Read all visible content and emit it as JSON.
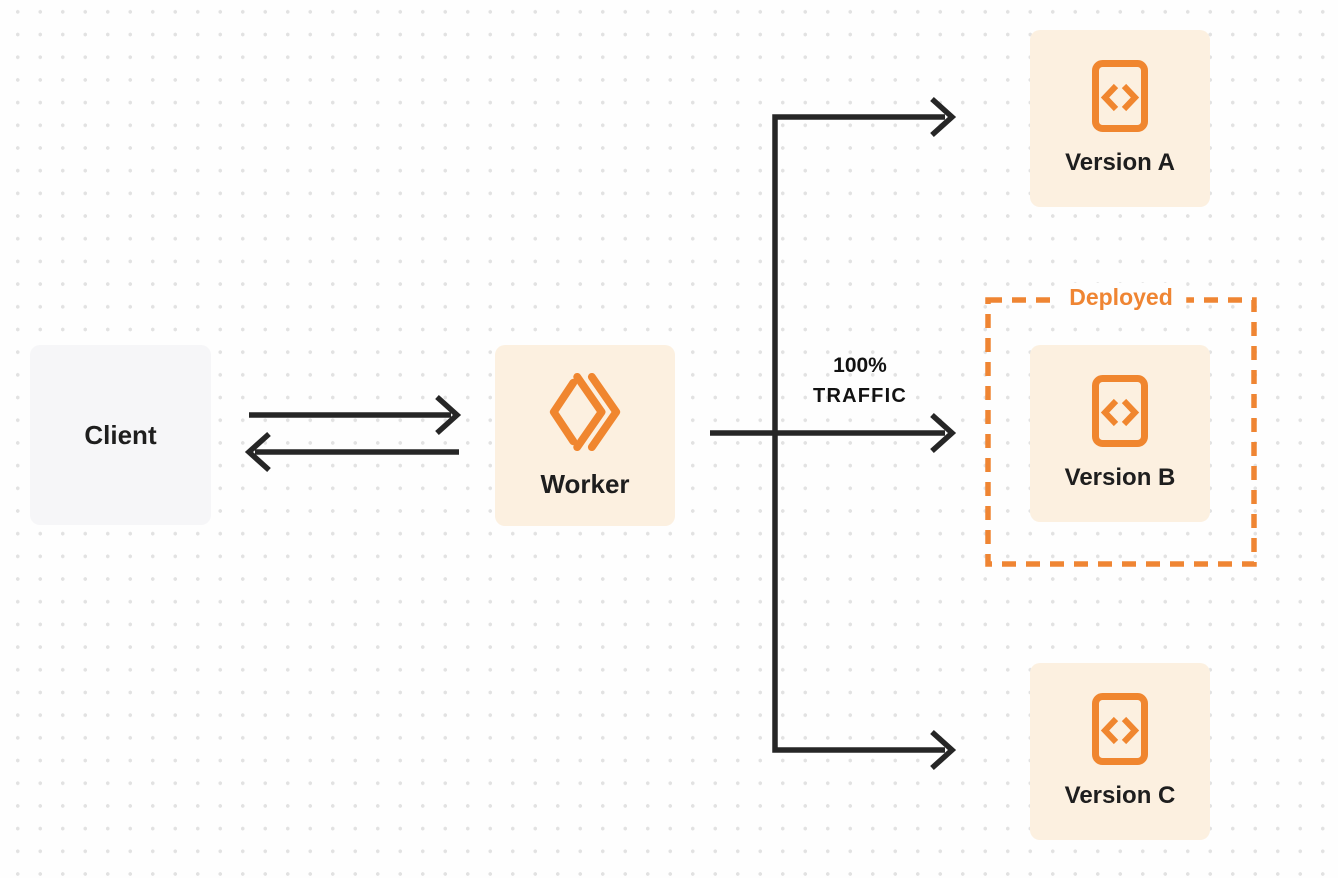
{
  "diagram": {
    "nodes": {
      "client": {
        "label": "Client"
      },
      "worker": {
        "label": "Worker"
      },
      "version_a": {
        "label": "Version A"
      },
      "version_b": {
        "label": "Version B"
      },
      "version_c": {
        "label": "Version C"
      }
    },
    "groups": {
      "deployed": {
        "label": "Deployed",
        "contains": "version_b"
      }
    },
    "edge_labels": {
      "traffic_line1": "100%",
      "traffic_line2": "TRAFFIC"
    },
    "edges": [
      {
        "from": "client",
        "to": "worker",
        "direction": "both"
      },
      {
        "from": "worker",
        "to": "version_a"
      },
      {
        "from": "worker",
        "to": "version_b",
        "label": "100% TRAFFIC"
      },
      {
        "from": "worker",
        "to": "version_c"
      }
    ],
    "icons": {
      "worker": "cloudflare-workers-logo",
      "versions": "code-file"
    },
    "colors": {
      "accent_orange": "#EF8533",
      "icon_orange": "#F0862F",
      "node_cream_bg": "#FCF0E0",
      "client_gray_bg": "#F6F6F8",
      "arrow_dark": "#262626",
      "text_dark": "#1E1E1E",
      "page_bg": "#FEFEFE",
      "dot_grid": "#E2E2E2"
    }
  }
}
